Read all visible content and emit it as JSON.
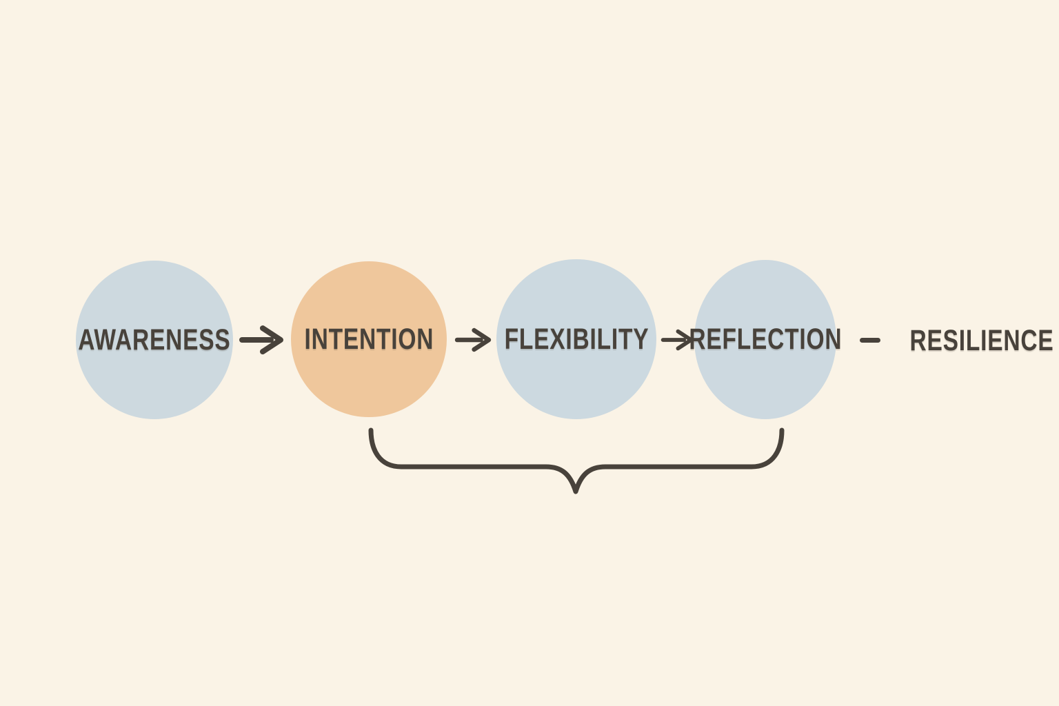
{
  "diagram": {
    "title": "resilience-process-flow",
    "steps": [
      {
        "label": "AWARENESS",
        "fill": "#cdd9df",
        "emphasis": false
      },
      {
        "label": "INTENTION",
        "fill": "#efc79c",
        "emphasis": true
      },
      {
        "label": "FLEXIBILITY",
        "fill": "#ccd9e0",
        "emphasis": false
      },
      {
        "label": "REFLECTION",
        "fill": "#cdd9e0",
        "emphasis": false
      }
    ],
    "outcome": {
      "label": "RESILIENCE"
    },
    "connectors": {
      "arrow_icon": "right-arrow",
      "dash_icon": "dash",
      "brace_icon": "curly-brace-down",
      "arrow_count": 3
    }
  },
  "colors": {
    "bg": "#faf3e6",
    "ink": "#48423b",
    "circle-blue": "#cdd9df",
    "circle-accent": "#efc79c"
  }
}
